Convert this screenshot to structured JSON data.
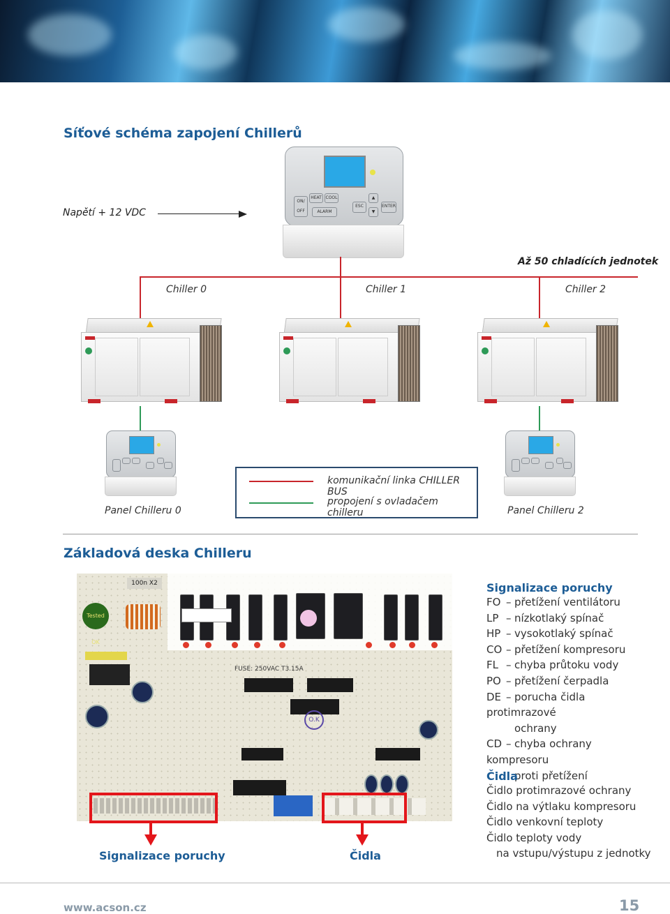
{
  "header": {
    "title": "Síťové schéma zapojení Chillerů"
  },
  "diagram": {
    "voltage_label": "Napětí + 12 VDC",
    "units_label": "Až 50 chladících jednotek",
    "chillers": [
      "Chiller 0",
      "Chiller 1",
      "Chiller 2"
    ],
    "panels": [
      "Panel Chilleru 0",
      "Panel Chilleru 2"
    ],
    "legend": {
      "red": "komunikační linka CHILLER BUS",
      "green": "propojení s ovladačem chilleru"
    },
    "controller_buttons": {
      "on_off": "ON/ OFF",
      "heat": "HEAT",
      "cool": "COOL",
      "alarm": "ALARM",
      "esc": "ESC",
      "enter": "ENTER"
    },
    "colors": {
      "bus": "#c8252b",
      "controller_link": "#2e9a57",
      "heading": "#1d5d96"
    }
  },
  "board": {
    "title": "Základová deska Chilleru",
    "fault_signaling": {
      "title": "Signalizace poruchy",
      "items": [
        {
          "code": "FO",
          "text": "přetížení ventilátoru"
        },
        {
          "code": "LP",
          "text": "nízkotlaký spínač"
        },
        {
          "code": "HP",
          "text": "vysokotlaký spínač"
        },
        {
          "code": "CO",
          "text": "přetížení kompresoru"
        },
        {
          "code": "FL",
          "text": "chyba průtoku vody"
        },
        {
          "code": "PO",
          "text": "přetížení čerpadla"
        },
        {
          "code": "DE",
          "text": "porucha čidla protimrazové",
          "cont": "ochrany"
        },
        {
          "code": "CD",
          "text": "chyba ochrany kompresoru",
          "cont": "proti přetížení"
        }
      ]
    },
    "sensors": {
      "title": "Čidla",
      "items": [
        "Čidlo protimrazové ochrany",
        "Čidlo na výtlaku kompresoru",
        "Čidlo venkovní teploty",
        "Čidlo teploty vody"
      ],
      "last_cont": "na vstupu/výstupu z jednotky"
    },
    "pcb_texts": {
      "fuse": "FUSE: 250VAC T3.15A",
      "cap": "100n X2",
      "tested": "Tested OK",
      "ok": "O.K"
    },
    "arrow_labels": {
      "left": "Signalizace poruchy",
      "right": "Čidla"
    }
  },
  "footer": {
    "url": "www.acson.cz",
    "page": "15"
  }
}
